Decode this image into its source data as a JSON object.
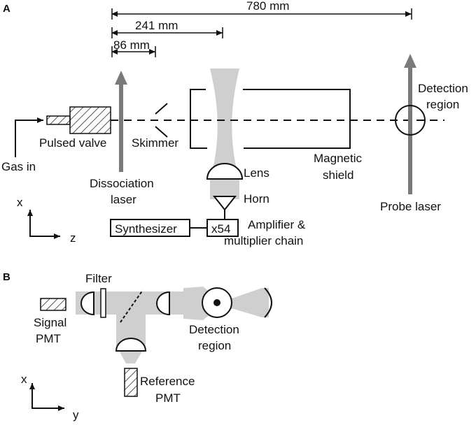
{
  "panel_a": {
    "label": "A",
    "dist_780": "780 mm",
    "dist_241": "241 mm",
    "dist_86": "86 mm",
    "gas_in": "Gas in",
    "pulsed_valve": "Pulsed valve",
    "skimmer": "Skimmer",
    "dissociation_laser_line1": "Dissociation",
    "dissociation_laser_line2": "laser",
    "lens": "Lens",
    "horn": "Horn",
    "magnetic_shield_line1": "Magnetic",
    "magnetic_shield_line2": "shield",
    "detection_region_line1": "Detection",
    "detection_region_line2": "region",
    "probe_laser": "Probe laser",
    "synthesizer": "Synthesizer",
    "multiplier": "x54",
    "amplifier_line1": "Amplifier &",
    "amplifier_line2": "multiplier chain",
    "axis_x": "x",
    "axis_z": "z"
  },
  "panel_b": {
    "label": "B",
    "filter": "Filter",
    "signal_pmt_line1": "Signal",
    "signal_pmt_line2": "PMT",
    "detection_region_line1": "Detection",
    "detection_region_line2": "region",
    "reference_pmt_line1": "Reference",
    "reference_pmt_line2": "PMT",
    "axis_x": "x",
    "axis_y": "y"
  }
}
